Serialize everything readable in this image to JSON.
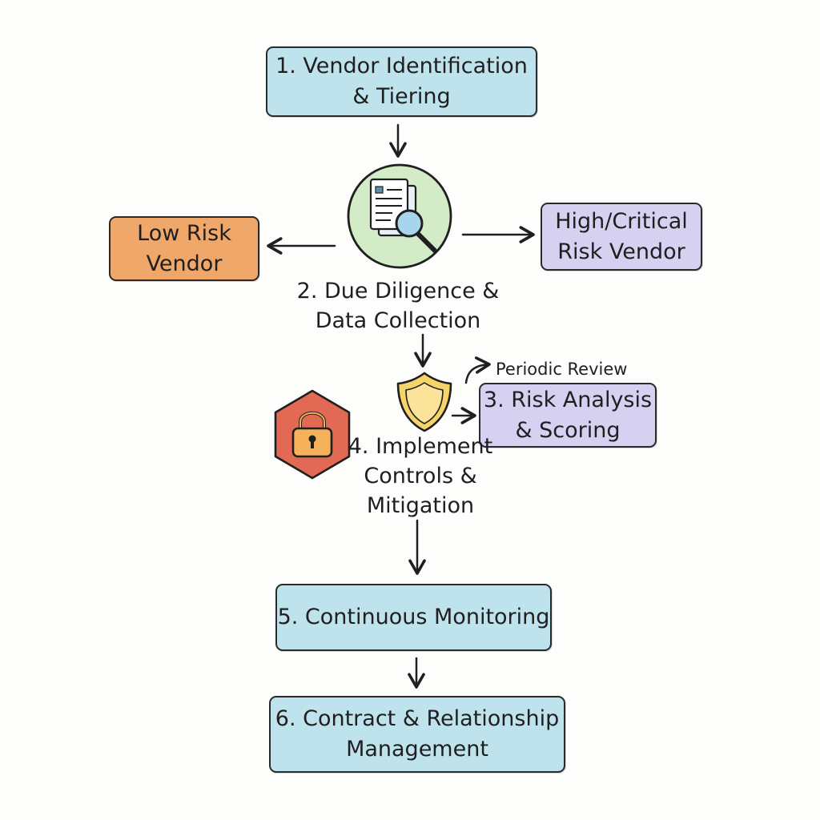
{
  "steps": {
    "step1": {
      "line1": "1. Vendor Identification",
      "line2": "& Tiering"
    },
    "step2": {
      "line1": "2. Due Diligence &",
      "line2": "Data Collection"
    },
    "step3": {
      "line1": "3. Risk Analysis",
      "line2": "& Scoring"
    },
    "step4": {
      "line1": "4. Implement",
      "line2": "Controls &",
      "line3": "Mitigation"
    },
    "step5": {
      "line1": "5. Continuous Monitoring"
    },
    "step6": {
      "line1": "6. Contract & Relationship",
      "line2": "Management"
    }
  },
  "branches": {
    "low": {
      "line1": "Low Risk",
      "line2": "Vendor"
    },
    "high": {
      "line1": "High/Critical",
      "line2": "Risk Vendor"
    }
  },
  "annotations": {
    "periodic_review": "Periodic Review"
  },
  "icons": {
    "due_diligence": "document-magnifier-icon",
    "risk_analysis": "shield-icon",
    "controls": "padlock-hexagon-icon"
  },
  "colors": {
    "step_blue": "#bfe3ec",
    "low_risk_orange": "#f0a76a",
    "high_risk_purple": "#d6d0f1",
    "due_diligence_green": "#d3ebc6",
    "shield_yellow": "#f5d46a",
    "lock_red": "#e26a55"
  }
}
